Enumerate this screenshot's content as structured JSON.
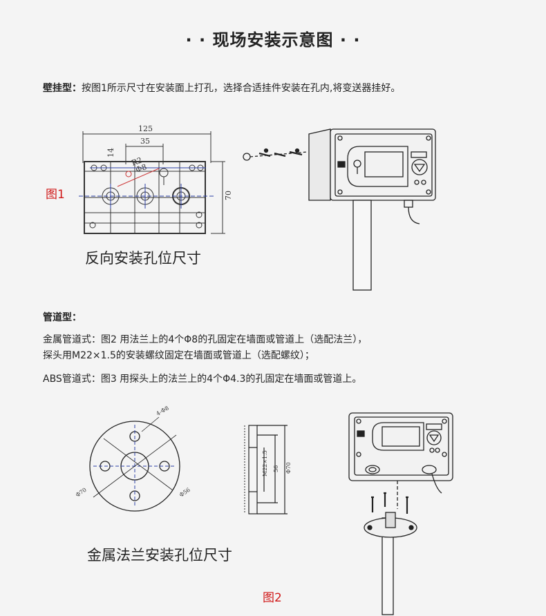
{
  "title": "· · 现场安装示意图 · ·",
  "wall": {
    "label": "壁挂型：",
    "text": "按图1所示尺寸在安装面上打孔，选择合适挂件安装在孔内,将变送器挂好。"
  },
  "fig1": {
    "label": "图1",
    "caption": "反向安装孔位尺寸",
    "dims": {
      "w125": "125",
      "w35": "35",
      "h14": "14",
      "r2": "R2",
      "d8": "Φ8",
      "h70": "70"
    }
  },
  "duct": {
    "label": "管道型：",
    "metal_line1": "金属管道式：图2 用法兰上的4个Φ8的孔固定在墙面或管道上（选配法兰），",
    "metal_line2": "探头用M22×1.5的安装螺纹固定在墙面或管道上（选配螺纹）；",
    "abs_line": "ABS管道式：图3 用探头上的法兰上的4个Φ4.3的孔固定在墙面或管道上。"
  },
  "fig2": {
    "label": "图2",
    "caption": "金属法兰安装孔位尺寸",
    "dims": {
      "holes": "4-Φ8",
      "d70": "Φ70",
      "d56": "Φ56",
      "m22": "M22×1.5",
      "s56": "56",
      "s70": "Φ70"
    }
  }
}
